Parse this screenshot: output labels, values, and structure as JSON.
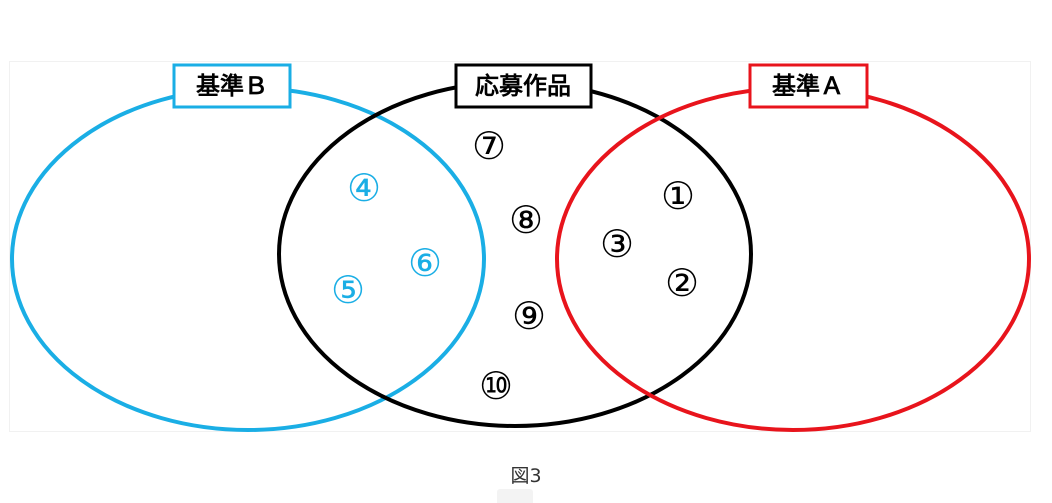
{
  "colors": {
    "criterion_b": "#1AAEE5",
    "submissions": "#000000",
    "criterion_a": "#E8141C"
  },
  "labels": {
    "criterion_b": "基準Ｂ",
    "submissions": "応募作品",
    "criterion_a": "基準Ａ"
  },
  "items": {
    "n1": "①",
    "n2": "②",
    "n3": "③",
    "n4": "④",
    "n5": "⑤",
    "n6": "⑥",
    "n7": "⑦",
    "n8": "⑧",
    "n9": "⑨",
    "n10": "⑩"
  },
  "caption": "図3"
}
